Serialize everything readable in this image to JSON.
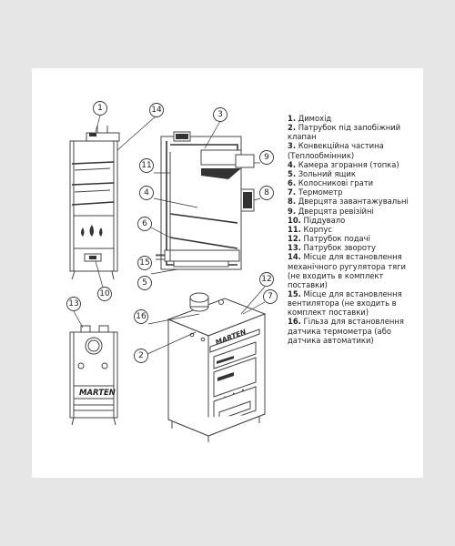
{
  "legend": [
    {
      "num": "1.",
      "text": "Димохід"
    },
    {
      "num": "2.",
      "text": "Патрубок під запобіжний клапан"
    },
    {
      "num": "3.",
      "text": "Конвекційна частина (Теплообмінник)"
    },
    {
      "num": "4.",
      "text": "Камера згорання (топка)"
    },
    {
      "num": "5.",
      "text": "Зольний ящик"
    },
    {
      "num": "6.",
      "text": "Колосникові грати"
    },
    {
      "num": "7.",
      "text": "Термометр"
    },
    {
      "num": "8.",
      "text": "Дверцята завантажувальні"
    },
    {
      "num": "9.",
      "text": "Дверцята ревізійні"
    },
    {
      "num": "10.",
      "text": "Піддувало"
    },
    {
      "num": "11.",
      "text": "Корпус"
    },
    {
      "num": "12.",
      "text": "Патрубок подачі"
    },
    {
      "num": "13.",
      "text": "Патрубок звороту"
    },
    {
      "num": "14.",
      "text": "Місце для встановлення механічного ругулятора тяги (не входить в комплект поставки)"
    },
    {
      "num": "15.",
      "text": "Місце для встановлення вентилятора (не входить в комплект поставки)"
    },
    {
      "num": "16.",
      "text": "Гільза для встановлення датчика термометра (або датчика автоматики)"
    }
  ],
  "callouts": [
    "1",
    "14",
    "3",
    "11",
    "9",
    "4",
    "8",
    "6",
    "15",
    "5",
    "12",
    "7",
    "16",
    "2",
    "13",
    "10"
  ],
  "brand": "MARTEN"
}
